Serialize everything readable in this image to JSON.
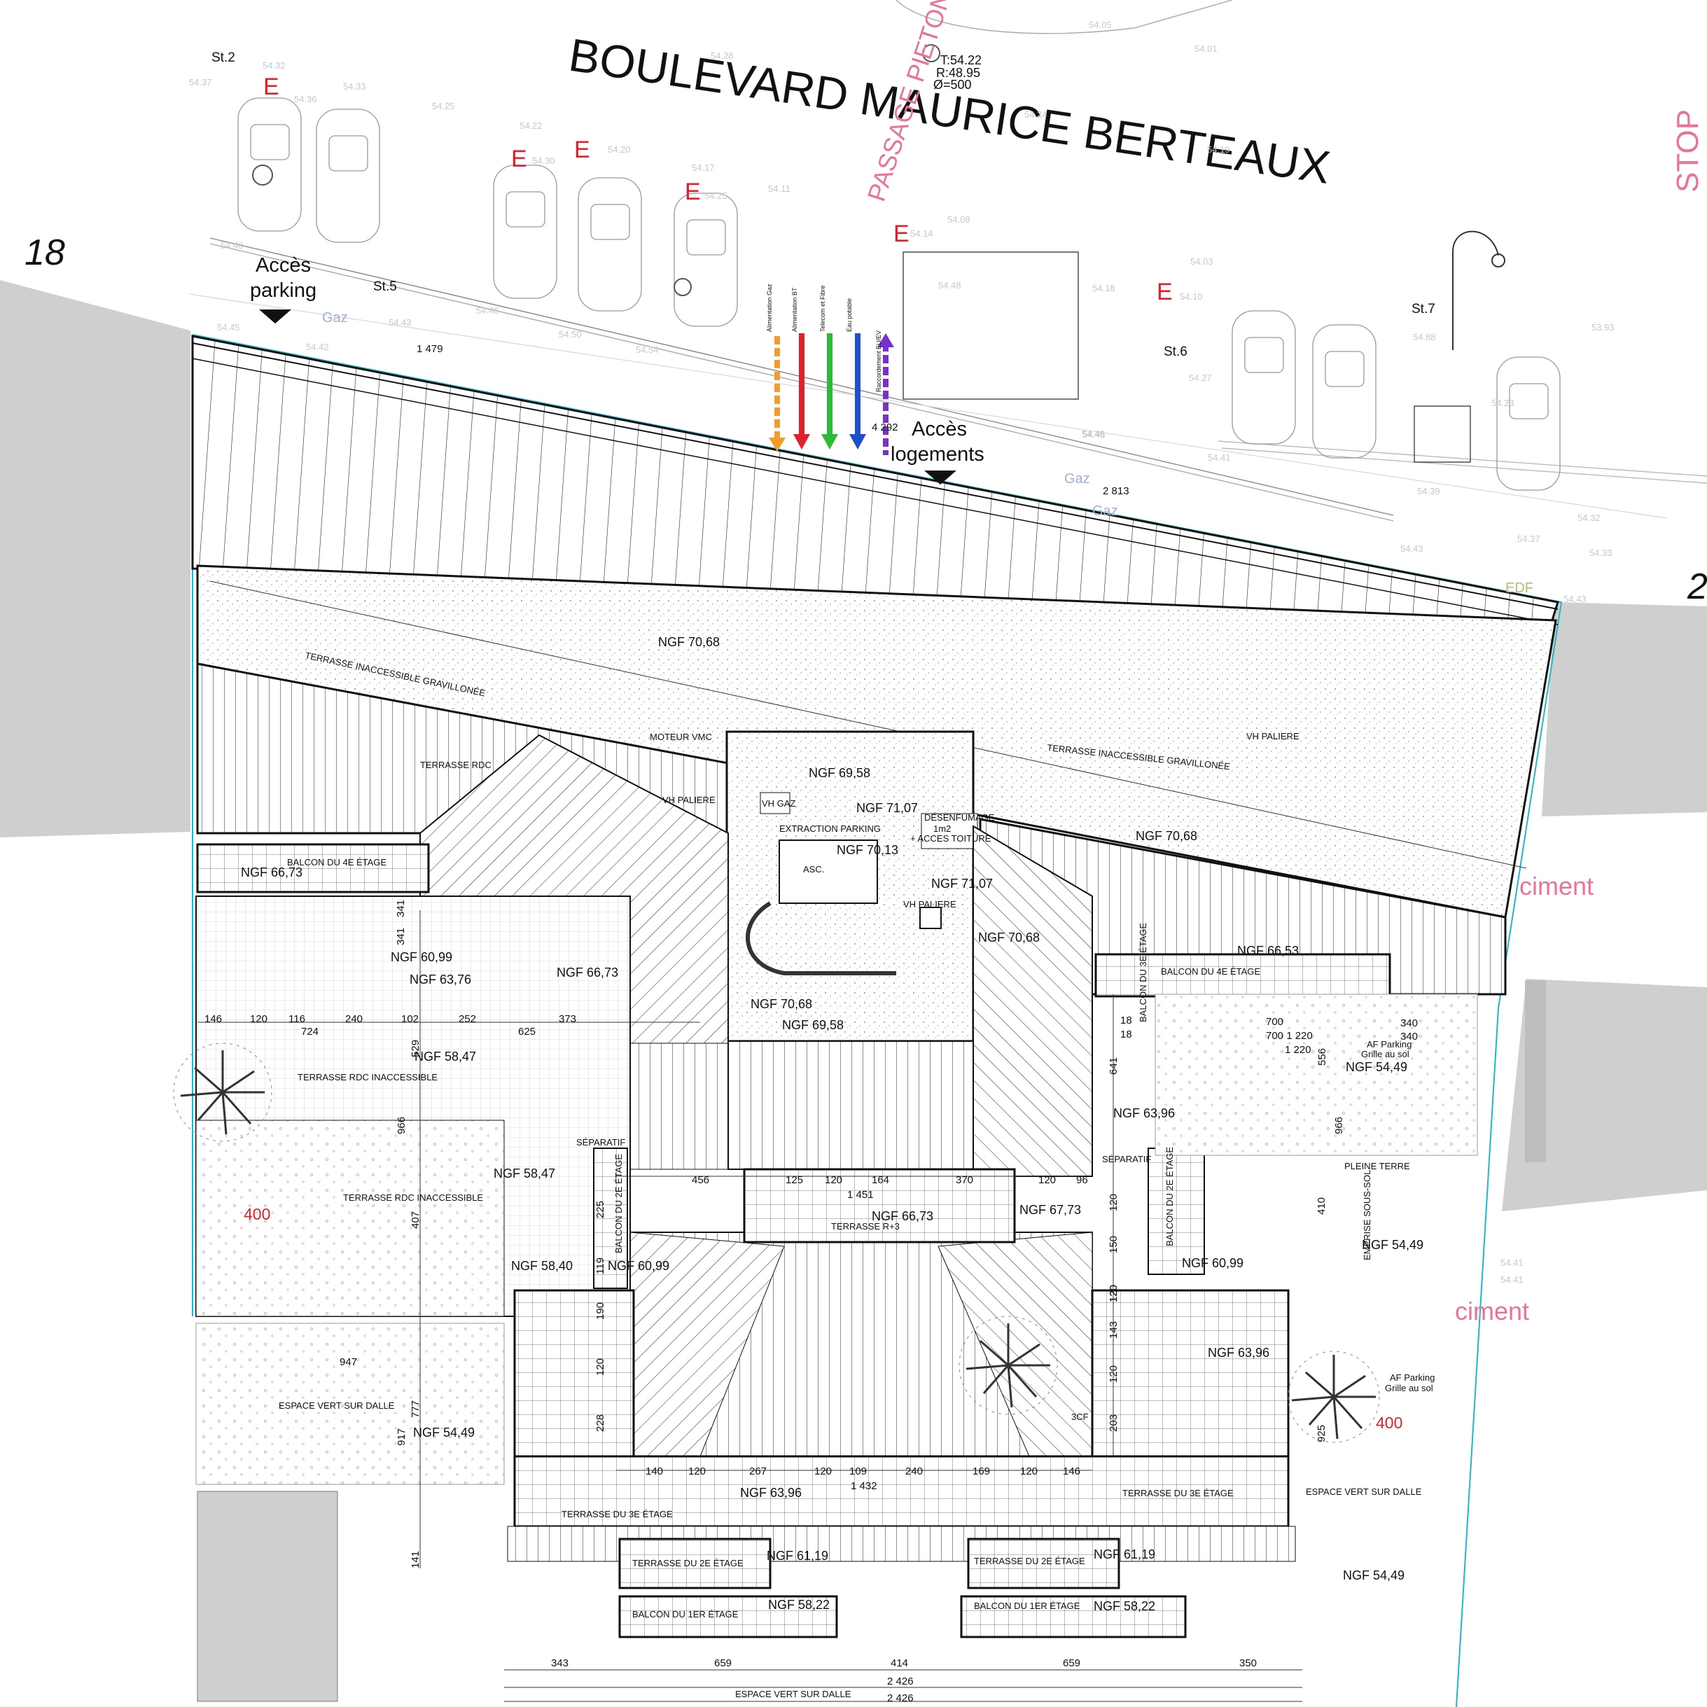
{
  "street": {
    "name": "BOULEVARD MAURICE BERTEAUX",
    "stop_label": "STOP",
    "crossing_label": "PASSAGE PIETONS",
    "number_left": "18",
    "number_right": "2"
  },
  "access": {
    "parking": [
      "Accès",
      "parking"
    ],
    "housing": [
      "Accès",
      "logements"
    ]
  },
  "stations": [
    "St.2",
    "St.5",
    "St.6",
    "St.7"
  ],
  "survey_points": [
    "54.37",
    "54.32",
    "54.36",
    "54.33",
    "54.25",
    "54.28",
    "54.22",
    "54.30",
    "54.20",
    "54.17",
    "54.25",
    "54.11",
    "54.05",
    "54.01",
    "54.24",
    "54.19",
    "54.08",
    "54.14",
    "54.48",
    "54.03",
    "54.18",
    "54.10",
    "54.40",
    "54.45",
    "54.42",
    "54.43",
    "54.48",
    "54.50",
    "54.54",
    "54.46",
    "54.27",
    "54.88",
    "54.23",
    "53.93",
    "54.41",
    "54.37",
    "54.43",
    "54.32",
    "54.39",
    "54.43",
    "54.33",
    "54.46",
    "54.41",
    "54.41"
  ],
  "manhole_label": [
    "T:54.22",
    "R:48.95",
    "Ø=500"
  ],
  "gas_label": "Gaz",
  "edf_label": "EDF",
  "ciment_label": "ciment",
  "e_marker": "E",
  "dims_top": [
    "1 479",
    "4 292",
    "2 813"
  ],
  "network_legend": [
    "Alimentation Gaz",
    "Alimentation BT",
    "Telecom et Fibre",
    "Eau potable",
    "Raccordement EU/EV"
  ],
  "levels": {
    "ngf_70_68_a": "NGF 70,68",
    "ngf_69_58_a": "NGF 69,58",
    "ngf_71_07_a": "NGF 71,07",
    "ngf_70_13": "NGF 70,13",
    "ngf_70_68_b": "NGF 70,68",
    "ngf_71_07_b": "NGF 71,07",
    "ngf_70_68_c": "NGF 70,68",
    "ngf_66_73_a": "NGF 66,73",
    "ngf_66_53": "NGF 66,53",
    "ngf_60_99_a": "NGF 60,99",
    "ngf_63_76": "NGF 63,76",
    "ngf_66_73_b": "NGF 66,73",
    "ngf_70_68_d": "NGF 70,68",
    "ngf_69_58_b": "NGF 69,58",
    "ngf_58_47_a": "NGF 58,47",
    "ngf_54_49_a": "NGF 54,49",
    "ngf_63_96_a": "NGF 63,96",
    "ngf_58_47_b": "NGF 58,47",
    "ngf_66_73_c": "NGF 66,73",
    "ngf_67_73": "NGF 67,73",
    "ngf_54_49_b": "NGF 54,49",
    "ngf_58_40": "NGF 58,40",
    "ngf_60_99_b": "NGF 60,99",
    "ngf_60_99_c": "NGF 60,99",
    "ngf_63_96_b": "NGF 63,96",
    "ngf_54_49_c": "NGF 54,49",
    "ngf_63_96_c": "NGF 63,96",
    "ngf_61_19_a": "NGF 61,19",
    "ngf_61_19_b": "NGF 61,19",
    "ngf_54_49_d": "NGF 54,49",
    "ngf_58_22_a": "NGF 58,22",
    "ngf_58_22_b": "NGF 58,22"
  },
  "labels": {
    "terrasse_gravillonee_1": "TERRASSE INACCESSIBLE GRAVILLONÉE",
    "terrasse_gravillonee_2": "TERRASSE INACCESSIBLE GRAVILLONÉE",
    "moteur_vmc": "MOTEUR VMC",
    "terrasse_rdc": "TERRASSE RDC",
    "vh_paliere_1": "VH PALIERE",
    "vh_paliere_2": "VH PALIERE",
    "vh_paliere_3": "VH PALIERE",
    "vh_gaz": "VH GAZ",
    "extraction_parking": "EXTRACTION PARKING",
    "desenfumage": [
      "DÉSENFUMAGE",
      "1m2",
      "+ ACCES TOITURE"
    ],
    "asc": "ASC.",
    "balcon_4e_a": "BALCON DU 4E ÉTAGE",
    "balcon_4e_b": "BALCON DU 4E ÉTAGE",
    "terrasse_rdc_inacc_1": "TERRASSE RDC INACCESSIBLE",
    "terrasse_rdc_inacc_2": "TERRASSE RDC INACCESSIBLE",
    "af_parking_1": [
      "AF Parking",
      "Grille au sol"
    ],
    "af_parking_2": [
      "AF Parking",
      "Grille au sol"
    ],
    "separatif": "SÉPARATIF",
    "pleine_terre": "PLEINE TERRE",
    "emprise_sous_sol": "EMPRISE SOUS-SOL",
    "terrasse_r3": "TERRASSE R+3",
    "balcon_3e": "BALCON DU 3E ÉTAGE",
    "balcon_2e_a": "BALCON DU 2E ÉTAGE",
    "balcon_2e_b": "BALCON DU 2E ÉTAGE",
    "espace_vert_1": "ESPACE VERT SUR DALLE",
    "espace_vert_2": "ESPACE VERT SUR DALLE",
    "espace_vert_3": "ESPACE VERT SUR DALLE",
    "terrasse_3e_a": "TERRASSE DU 3E ÉTAGE",
    "terrasse_3e_b": "TERRASSE DU 3E ÉTAGE",
    "terrasse_2e_a": "TERRASSE DU 2E ÉTAGE",
    "terrasse_2e_b": "TERRASSE DU 2E ÉTAGE",
    "balcon_1er_a": "BALCON DU 1ER ÉTAGE",
    "balcon_1er_b": "BALCON DU 1ER ÉTAGE",
    "cf3": "3CF"
  },
  "dimensions": {
    "row_a": [
      "146",
      "120",
      "116",
      "240",
      "102",
      "252",
      "373"
    ],
    "row_a2": [
      "724",
      "625"
    ],
    "right_a": [
      "700",
      "700 1 220",
      "1 220",
      "340",
      "340"
    ],
    "row_b": [
      "456",
      "125",
      "120",
      "164",
      "370",
      "120",
      "96"
    ],
    "row_b2": "1 451",
    "row_c": [
      "140",
      "120",
      "267",
      "120",
      "109",
      "240",
      "169",
      "120",
      "146"
    ],
    "row_c2": "1 432",
    "bottom": [
      "343",
      "659",
      "414",
      "659",
      "350"
    ],
    "bottom_total": "2 426",
    "bottom_total2": "2 426",
    "v_left": [
      "341",
      "341",
      "966",
      "407",
      "917",
      "777",
      "141",
      "529",
      "947"
    ],
    "v_mid": [
      "225",
      "119",
      "190",
      "120",
      "228"
    ],
    "v_right": [
      "18",
      "18",
      "641",
      "120",
      "120",
      "150",
      "120",
      "143",
      "120",
      "203",
      "556",
      "966",
      "410",
      "925"
    ],
    "red_400": "400"
  }
}
